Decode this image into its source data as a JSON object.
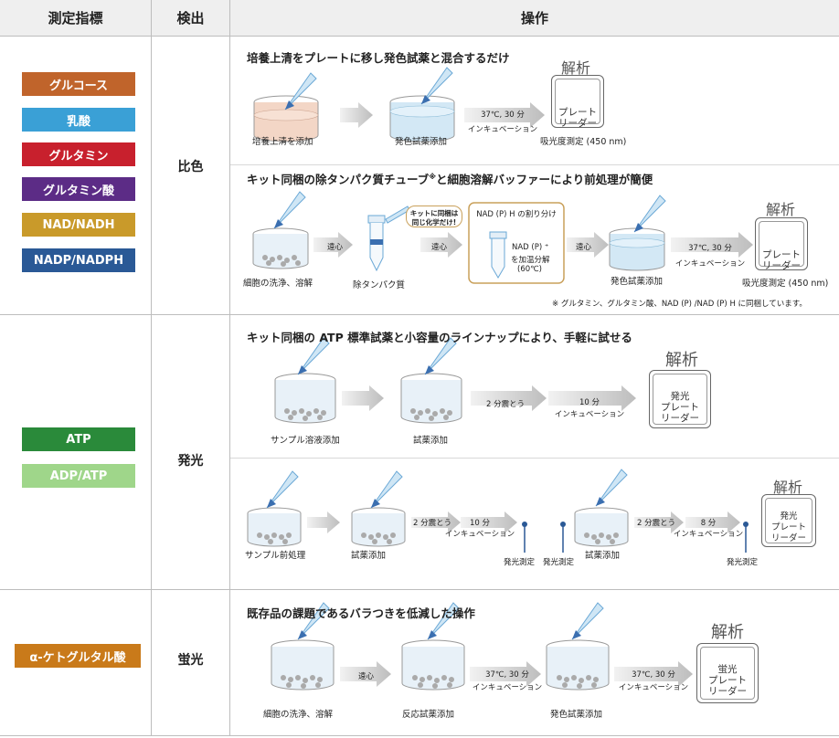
{
  "headers": {
    "indicator": "測定指標",
    "detection": "検出",
    "operation": "操作"
  },
  "indicators": {
    "glucose": {
      "label": "グルコース",
      "color": "#c0642b"
    },
    "lactate": {
      "label": "乳酸",
      "color": "#3aa0d6"
    },
    "glutamine": {
      "label": "グルタミン",
      "color": "#c8202d"
    },
    "glutamate": {
      "label": "グルタミン酸",
      "color": "#5c2c86"
    },
    "nadh": {
      "label": "NAD/NADH",
      "color": "#c99a2a"
    },
    "nadph": {
      "label": "NADP/NADPH",
      "color": "#2a5996"
    },
    "atp": {
      "label": "ATP",
      "color": "#2a8a3a"
    },
    "adp": {
      "label": "ADP/ATP",
      "color": "#9fd68a"
    },
    "akg": {
      "label": "α-ケトグルタル酸",
      "color": "#c97a1a"
    }
  },
  "detection": {
    "color": "比色",
    "lum": "発光",
    "fluor": "蛍光"
  },
  "colorimetric": {
    "p1": {
      "title": "培養上清をプレートに移し発色試薬と混合するだけ",
      "step1": "培養上清を添加",
      "step2": "発色試薬添加",
      "incub_a": "37℃, 30 分",
      "incub_b": "インキュベーション",
      "analysis": "解析",
      "plate_1": "プレート",
      "plate_2": "リーダー",
      "measure": "吸光度測定 (450 nm)"
    },
    "p2": {
      "title": "キット同梱の除タンパク質チューブ",
      "title_sup": "※",
      "title_rest": "と細胞溶解バッファーにより前処理が簡便",
      "step1": "細胞の洗浄、溶解",
      "centrifuge": "遠心",
      "callout_1": "キットに同梱は",
      "callout_2": "同じ化学だけ!",
      "step2": "除タンパク質",
      "centrifuge2": "遠心",
      "box_title": "NAD (P) H の割り分け",
      "box_text1": "NAD (P) ⁺",
      "box_text2": "を加温分解",
      "box_text3": "(60℃)",
      "centrifuge3": "遠心",
      "step3": "発色試薬添加",
      "incub_a": "37℃, 30 分",
      "incub_b": "インキュベーション",
      "analysis": "解析",
      "plate_1": "プレート",
      "plate_2": "リーダー",
      "measure": "吸光度測定 (450 nm)",
      "note": "※ グルタミン、グルタミン酸、NAD (P) /NAD (P) H に同梱しています。"
    }
  },
  "luminescence": {
    "p1": {
      "title": "キット同梱の ATP 標準試薬と小容量のラインナップにより、手軽に試せる",
      "step1": "サンプル溶液添加",
      "step2": "試薬添加",
      "shake": "2 分震とう",
      "incub_a": "10 分",
      "incub_b": "インキュベーション",
      "analysis": "解析",
      "plate_0": "発光",
      "plate_1": "プレート",
      "plate_2": "リーダー"
    },
    "p2": {
      "step1": "サンプル前処理",
      "step2": "試薬添加",
      "shake1": "2 分震とう",
      "incub1_a": "10 分",
      "incub1_b": "インキュベーション",
      "measure1": "発光測定",
      "measure2": "発光測定",
      "step3": "試薬添加",
      "shake2": "2 分震とう",
      "incub2_a": "8 分",
      "incub2_b": "インキュベーション",
      "measure3": "発光測定",
      "analysis": "解析",
      "plate_0": "発光",
      "plate_1": "プレート",
      "plate_2": "リーダー"
    }
  },
  "fluorescence": {
    "p1": {
      "title": "既存品の課題であるバラつきを低減した操作",
      "step1": "細胞の洗浄、溶解",
      "centrifuge": "遠心",
      "step2": "反応試薬添加",
      "incub1_a": "37℃, 30 分",
      "incub1_b": "インキュベーション",
      "step3": "発色試薬添加",
      "incub2_a": "37℃, 30 分",
      "incub2_b": "インキュベーション",
      "analysis": "解析",
      "plate_0": "蛍光",
      "plate_1": "プレート",
      "plate_2": "リーダー"
    }
  }
}
